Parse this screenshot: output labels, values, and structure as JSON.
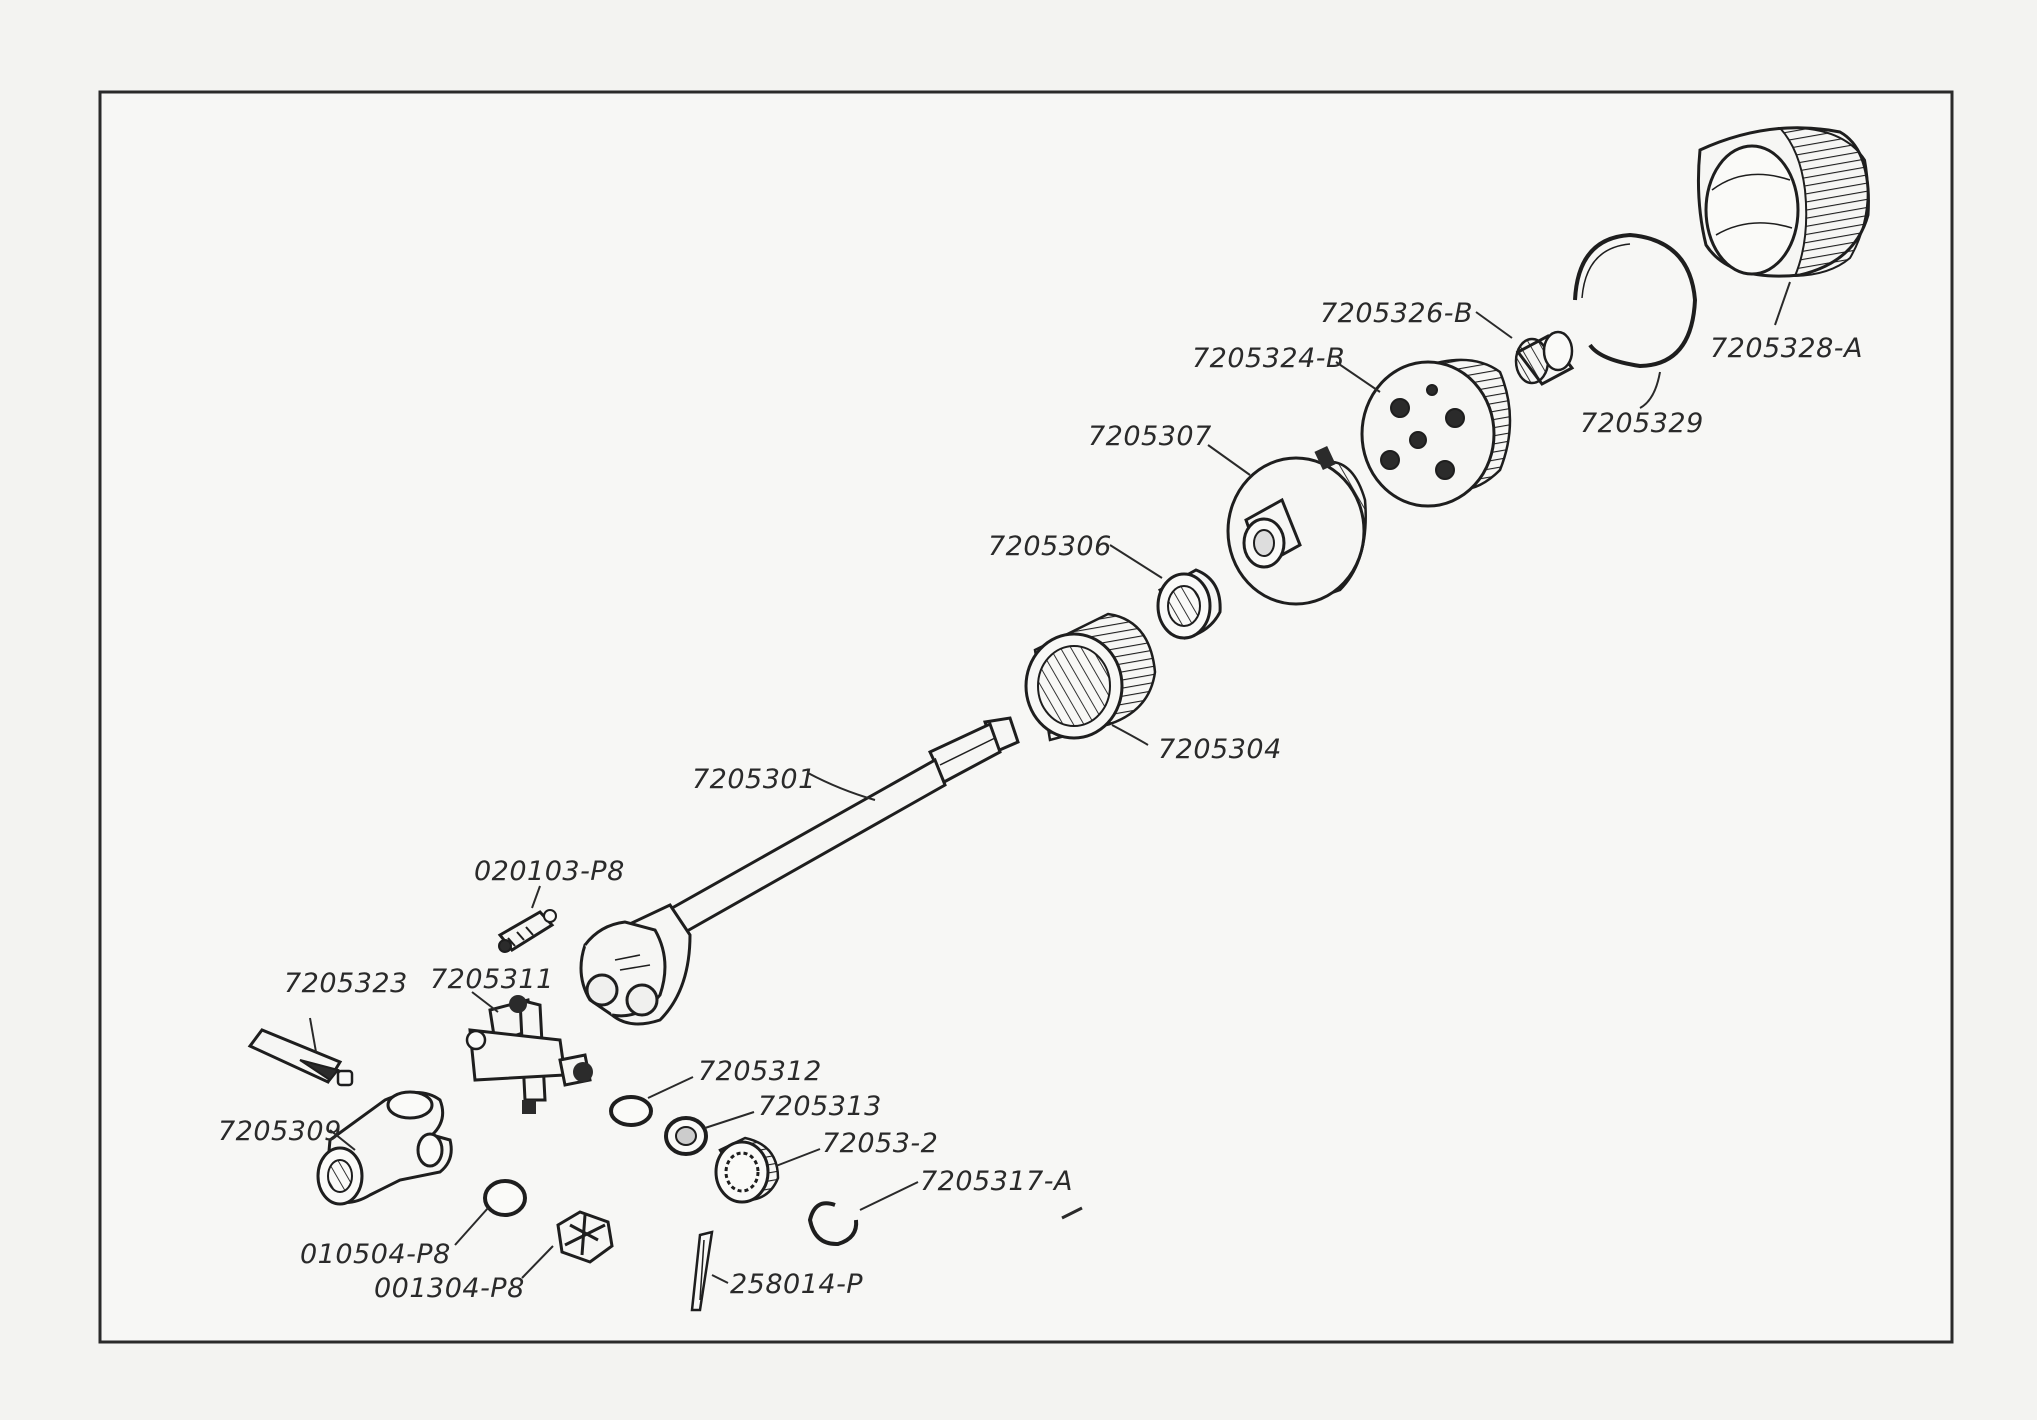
{
  "labels": {
    "p7205328A": "7205328-A",
    "p7205326B": "7205326-B",
    "p7205324B": "7205324-B",
    "p7205329": "7205329",
    "p7205307": "7205307",
    "p7205306": "7205306",
    "p7205304": "7205304",
    "p7205301": "7205301",
    "p020103P8": "020103-P8",
    "p7205323": "7205323",
    "p7205311": "7205311",
    "p7205312": "7205312",
    "p7205313": "7205313",
    "p720532": "72053-2",
    "p7205309": "7205309",
    "p7205317A": "7205317-A",
    "p010504P8": "010504-P8",
    "p001304P8": "001304-P8",
    "p258014P": "258014-P"
  },
  "colors": {
    "paper": "#f3f3f1",
    "ink": "#1e1e1e"
  }
}
